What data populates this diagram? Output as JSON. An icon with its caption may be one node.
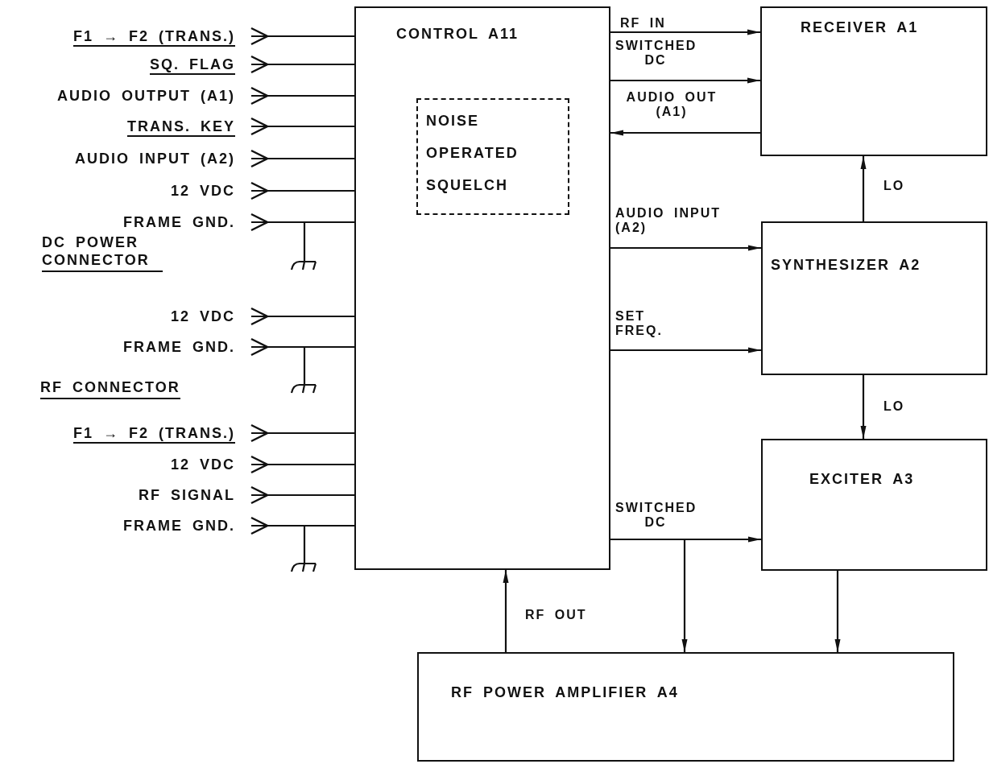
{
  "diagram": {
    "nodes": [
      {
        "text": [
          "CONTROL A11"
        ]
      },
      {
        "text": [
          "NOISE OPERATED SQUELCH"
        ],
        "in": 0
      },
      {
        "text": [
          "RECEIVER A1"
        ]
      },
      {
        "text": [
          "SYNTHESIZER A2"
        ]
      },
      {
        "text": [
          "EXCITER A3"
        ]
      },
      {
        "text": [
          "RF POWER AMPLIFIER A4"
        ]
      },
      {
        "text": [
          "F1 → F2 (TRANS.)"
        ]
      },
      {
        "text": [
          "SQ. FLAG"
        ]
      },
      {
        "text": [
          "AUDIO OUTPUT (A1)"
        ]
      },
      {
        "text": [
          "TRANS. KEY"
        ]
      },
      {
        "text": [
          "AUDIO INPUT (A2)"
        ]
      },
      {
        "text": [
          "12 VDC"
        ]
      },
      {
        "text": [
          "FRAME GND."
        ]
      },
      {
        "text": [
          "12 VDC"
        ]
      },
      {
        "text": [
          "FRAME GND."
        ]
      },
      {
        "text": [
          "F1 → F2 (TRANS.)"
        ]
      },
      {
        "text": [
          "12 VDC"
        ]
      },
      {
        "text": [
          "RF SIGNAL"
        ]
      },
      {
        "text": [
          "FRAME GND."
        ]
      }
    ],
    "edges": [
      {
        "from": 0,
        "to": 2,
        "arrow": "to",
        "label": "RF IN"
      },
      {
        "from": 0,
        "to": 2,
        "arrow": "to",
        "label": "SWITCHED DC"
      },
      {
        "from": 2,
        "to": 0,
        "arrow": "to",
        "label": "AUDIO OUT (A1)"
      },
      {
        "from": 3,
        "to": 2,
        "arrow": "to",
        "label": "LO"
      },
      {
        "from": 0,
        "to": 3,
        "arrow": "to",
        "label": "AUDIO INPUT (A2)"
      },
      {
        "from": 0,
        "to": 3,
        "arrow": "to",
        "label": "SET FREQ."
      },
      {
        "from": 3,
        "to": 4,
        "arrow": "to",
        "label": "LO"
      },
      {
        "from": 0,
        "to": 4,
        "arrow": "to",
        "label": "SWITCHED DC"
      },
      {
        "from": 0,
        "to": 5,
        "arrow": "to"
      },
      {
        "from": 4,
        "to": 5,
        "arrow": "to"
      },
      {
        "from": 5,
        "to": 0,
        "arrow": "to",
        "label": "RF OUT"
      },
      {
        "from": 6,
        "to": 0,
        "arrow": "other"
      },
      {
        "from": 7,
        "to": 0,
        "arrow": "other"
      },
      {
        "from": 8,
        "to": 0,
        "arrow": "other"
      },
      {
        "from": 9,
        "to": 0,
        "arrow": "other"
      },
      {
        "from": 10,
        "to": 0,
        "arrow": "other"
      },
      {
        "from": 11,
        "to": 0,
        "arrow": "other"
      },
      {
        "from": 12,
        "to": 0,
        "arrow": "other"
      },
      {
        "from": 13,
        "to": 0,
        "arrow": "other"
      },
      {
        "from": 14,
        "to": 0,
        "arrow": "other"
      },
      {
        "from": 15,
        "to": 0,
        "arrow": "other"
      },
      {
        "from": 16,
        "to": 0,
        "arrow": "other"
      },
      {
        "from": 17,
        "to": 0,
        "arrow": "other"
      },
      {
        "from": 18,
        "to": 0,
        "arrow": "other"
      }
    ],
    "labels": [
      "DC POWER CONNECTOR",
      "RF CONNECTOR"
    ]
  }
}
